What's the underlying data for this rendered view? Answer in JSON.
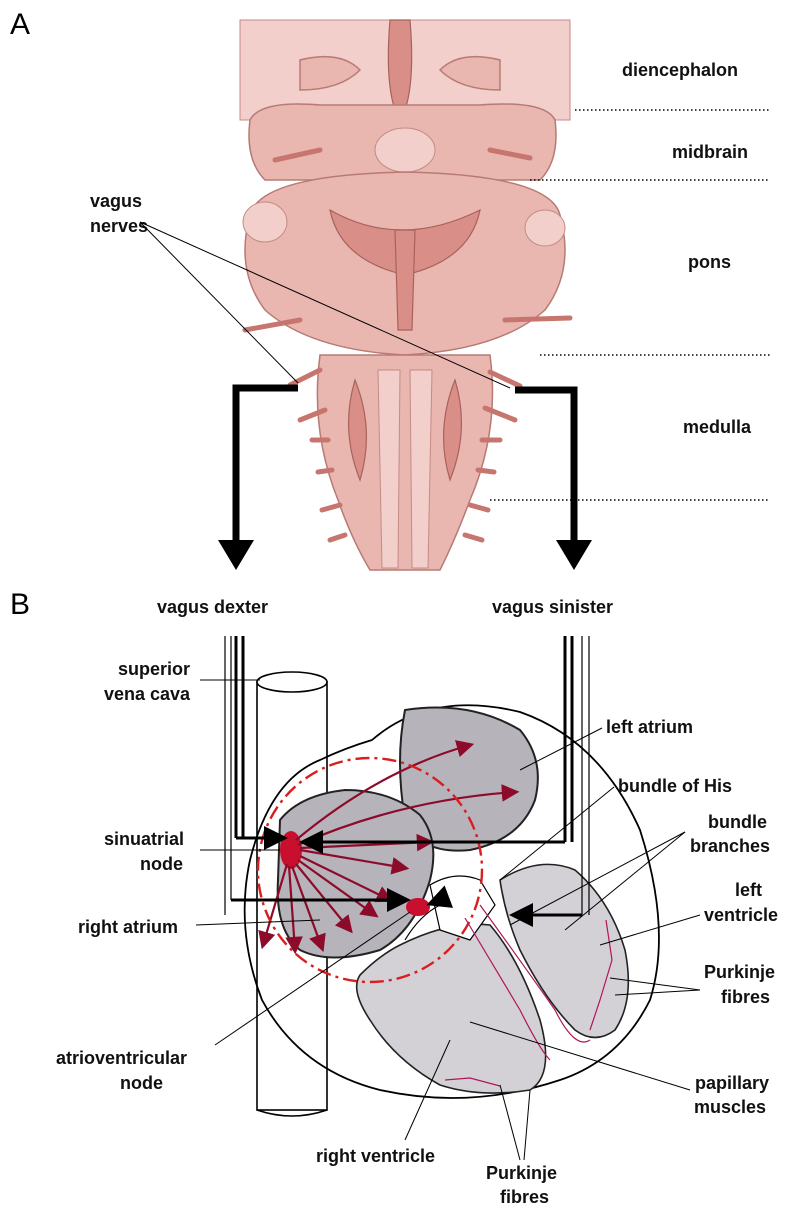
{
  "panels": {
    "a": "A",
    "b": "B"
  },
  "panel_a": {
    "regions": {
      "diencephalon": "diencephalon",
      "midbrain": "midbrain",
      "pons": "pons",
      "medulla": "medulla"
    },
    "vagus_nerves_line1": "vagus",
    "vagus_nerves_line2": "nerves"
  },
  "panel_b": {
    "vagus_dexter": "vagus dexter",
    "vagus_sinister": "vagus sinister",
    "superior_vena_cava_line1": "superior",
    "superior_vena_cava_line2": "vena cava",
    "sinuatrial_node_line1": "sinuatrial",
    "sinuatrial_node_line2": "node",
    "right_atrium": "right atrium",
    "atrioventricular_node_line1": "atrioventricular",
    "atrioventricular_node_line2": "node",
    "right_ventricle": "right ventricle",
    "purkinje_bottom_line1": "Purkinje",
    "purkinje_bottom_line2": "fibres",
    "left_atrium": "left atrium",
    "bundle_of_his": "bundle of  His",
    "bundle_branches_line1": "bundle",
    "bundle_branches_line2": "branches",
    "left_ventricle_line1": "left",
    "left_ventricle_line2": "ventricle",
    "purkinje_right_line1": "Purkinje",
    "purkinje_right_line2": "fibres",
    "papillary_muscles_line1": "papillary",
    "papillary_muscles_line2": "muscles"
  },
  "colors": {
    "brainstem": "#e9b6b0",
    "node_red": "#c8102e",
    "conduction_arrows": "#8d0b2a",
    "purkinje": "#b0155a",
    "heart_chambers": "#b7b3ba"
  }
}
